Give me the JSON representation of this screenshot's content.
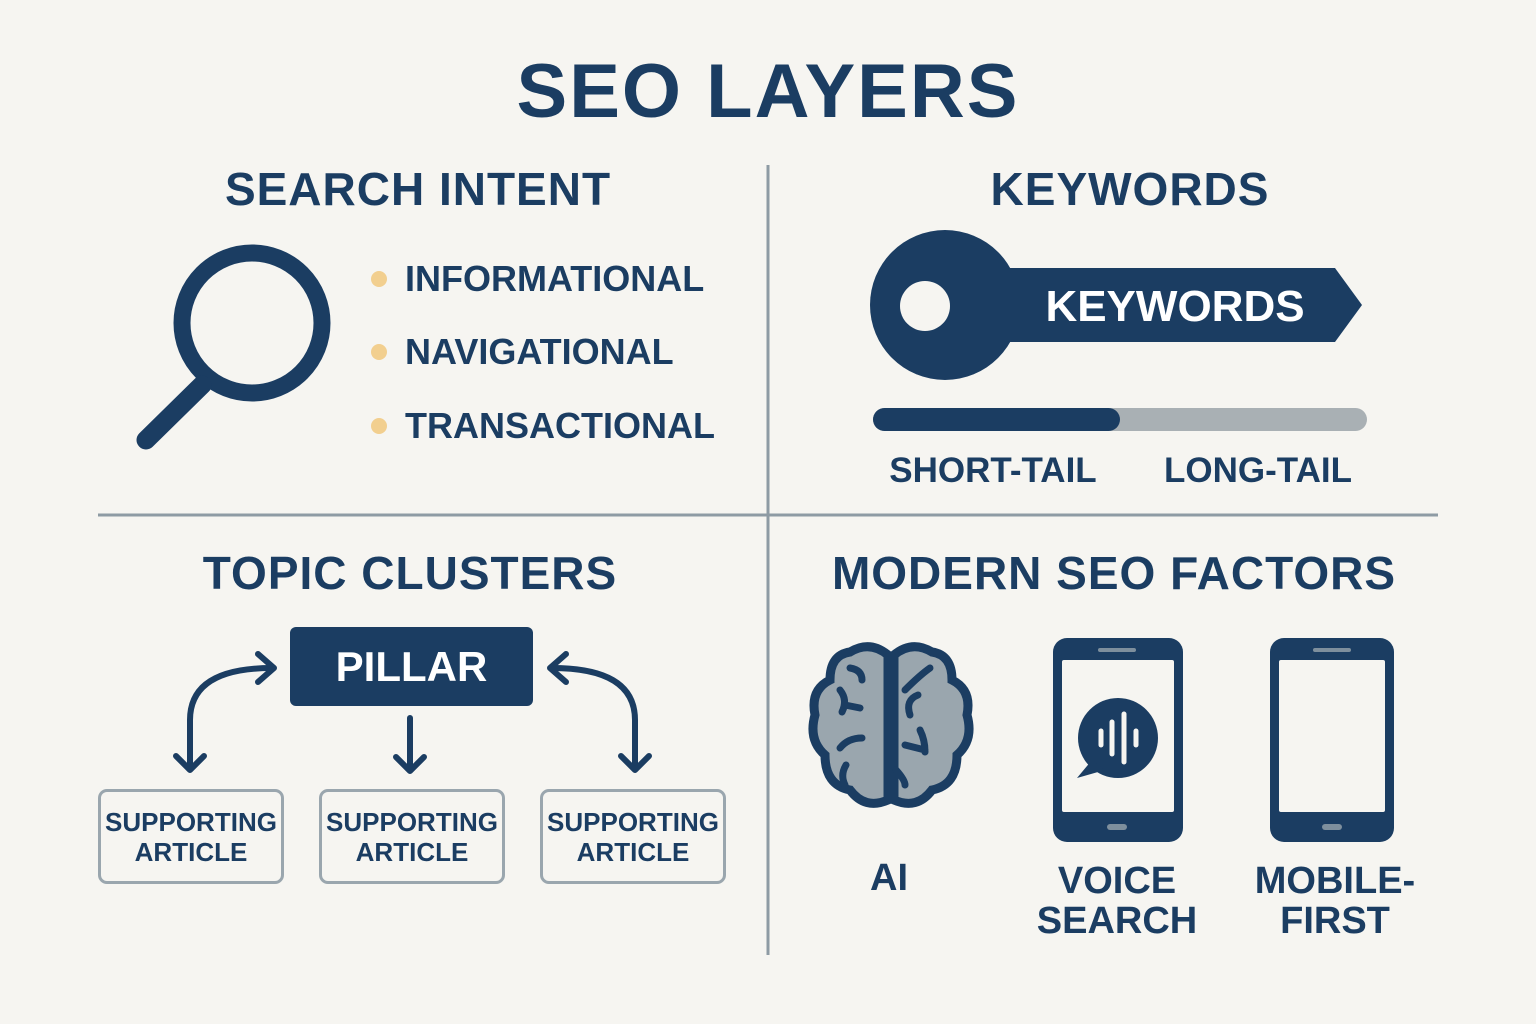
{
  "title": "SEO LAYERS",
  "colors": {
    "navy": "#1b3d62",
    "background": "#f6f5f1",
    "bullet": "#f2cf8f",
    "gray": "#9aa6ae"
  },
  "search_intent": {
    "heading": "SEARCH INTENT",
    "icon": "magnifier-icon",
    "items": [
      "INFORMATIONAL",
      "NAVIGATIONAL",
      "TRANSACTIONAL"
    ]
  },
  "keywords": {
    "heading": "KEYWORDS",
    "key_label": "KEYWORDS",
    "scale_left": "SHORT-TAIL",
    "scale_right": "LONG-TAIL",
    "short_tail_fraction": 0.5
  },
  "topic_clusters": {
    "heading": "TOPIC CLUSTERS",
    "pillar": "PILLAR",
    "supporting": [
      {
        "line1": "SUPPORTING",
        "line2": "ARTICLE"
      },
      {
        "line1": "SUPPORTING",
        "line2": "ARTICLE"
      },
      {
        "line1": "SUPPORTING",
        "line2": "ARTICLE"
      }
    ]
  },
  "modern_factors": {
    "heading": "MODERN SEO FACTORS",
    "ai": "AI",
    "voice": {
      "line1": "VOICE",
      "line2": "SEARCH"
    },
    "mobile": {
      "line1": "MOBILE-",
      "line2": "FIRST"
    }
  }
}
